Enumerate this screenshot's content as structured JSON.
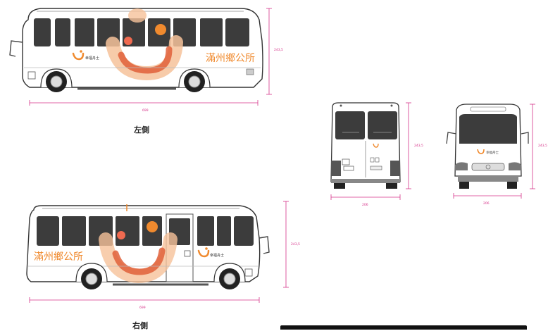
{
  "captions": {
    "left_side": "左側",
    "right_side": "右側"
  },
  "bus_text": {
    "office_name": "滿州鄉公所",
    "logo_text": "幸福舟士"
  },
  "dimensions": {
    "side_length": "699",
    "side_height": "243,5",
    "rear_width": "206",
    "rear_height": "243,5",
    "front_width": "206",
    "front_height": "243,5"
  },
  "colors": {
    "dimension_line": "#d6338a",
    "accent_orange": "#f08a2e",
    "accent_peach": "#f6c29a",
    "window": "#3c3c3c",
    "body": "#ffffff",
    "outline": "#333333"
  }
}
